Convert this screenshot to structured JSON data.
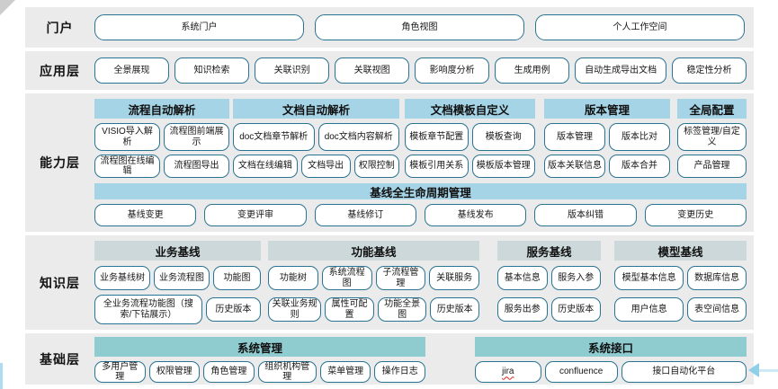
{
  "colors": {
    "band_background": "#ebebeb",
    "button_border": "#2a7392",
    "header_blue": "#a6d4e7",
    "header_gray": "#ccd8da",
    "header_teal": "#8fccd0",
    "accent_light_blue": "#aedcf2",
    "spellcheck_underline": "#d22222"
  },
  "layers": {
    "portal": {
      "label": "门户",
      "buttons": [
        "系统门户",
        "角色视图",
        "个人工作空间"
      ]
    },
    "application": {
      "label": "应用层",
      "buttons": [
        "全景展现",
        "知识检索",
        "关联识别",
        "关联视图",
        "影响度分析",
        "生成用例",
        "自动生成导出文档",
        "稳定性分析"
      ]
    },
    "capability": {
      "label": "能力层",
      "groups": [
        {
          "title": "流程自动解析",
          "rows": [
            [
              "VISIO导入解析",
              "流程图前端展示"
            ],
            [
              "流程图在线编辑",
              "流程图导出"
            ]
          ]
        },
        {
          "title": "文档自动解析",
          "rows": [
            [
              "doc文档章节解析",
              "doc文档内容解析"
            ],
            [
              "文档在线编辑",
              "文档导出",
              "权限控制"
            ]
          ]
        },
        {
          "title": "文档模板自定义",
          "rows": [
            [
              "模板章节配置",
              "模板查询"
            ],
            [
              "模板引用关系",
              "模板版本管理"
            ]
          ]
        },
        {
          "title": "版本管理",
          "rows": [
            [
              "版本管理",
              "版本比对"
            ],
            [
              "版本关联信息",
              "版本合并"
            ]
          ]
        },
        {
          "title": "全局配置",
          "rows": [
            [
              "标签管理/自定义"
            ],
            [
              "产品管理"
            ]
          ]
        }
      ],
      "baseline": {
        "title": "基线全生命周期管理",
        "buttons": [
          "基线变更",
          "变更评审",
          "基线修订",
          "基线发布",
          "版本纠错",
          "变更历史"
        ]
      }
    },
    "knowledge": {
      "label": "知识层",
      "groups": [
        {
          "title": "业务基线",
          "rows": [
            [
              "业务基线树",
              "业务流程图",
              "功能图"
            ],
            [
              "全业务流程功能图（搜索/下钻展示）",
              "历史版本"
            ]
          ]
        },
        {
          "title": "功能基线",
          "rows": [
            [
              "功能树",
              "系统流程图",
              "子流程管理",
              "关联服务"
            ],
            [
              "关联业务规则",
              "属性可配置",
              "功能全景图",
              "历史版本"
            ]
          ]
        },
        {
          "title": "服务基线",
          "rows": [
            [
              "基本信息",
              "服务入参"
            ],
            [
              "服务出参",
              "历史版本"
            ]
          ]
        },
        {
          "title": "模型基线",
          "rows": [
            [
              "模型基本信息",
              "数据库信息"
            ],
            [
              "用户信息",
              "表空间信息"
            ]
          ]
        }
      ]
    },
    "foundation": {
      "label": "基础层",
      "groups": [
        {
          "title": "系统管理",
          "buttons": [
            "多用户管理",
            "权限管理",
            "角色管理",
            "组织机构管理",
            "菜单管理",
            "操作日志"
          ]
        },
        {
          "title": "系统接口",
          "buttons": [
            "jira",
            "confluence",
            "接口自动化平台"
          ]
        }
      ]
    }
  }
}
